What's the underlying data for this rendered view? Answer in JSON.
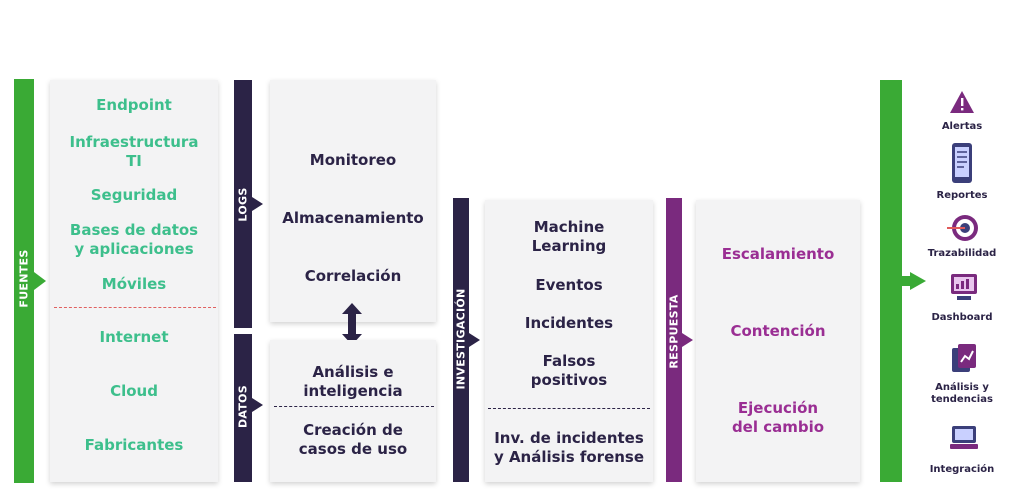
{
  "bars": {
    "fuentes": "FUENTES",
    "logs": "LOGS",
    "datos": "DATOS",
    "investigacion": "INVESTIGACIÓN",
    "respuesta": "RESPUESTA"
  },
  "sources_top": [
    "Endpoint",
    "Infraestructura\nTI",
    "Seguridad",
    "Bases de datos\ny aplicaciones",
    "Móviles"
  ],
  "sources_bottom": [
    "Internet",
    "Cloud",
    "Fabricantes"
  ],
  "logs_items": [
    "Monitoreo",
    "Almacenamiento",
    "Correlación"
  ],
  "datos_items": [
    "Análisis e\ninteligencia",
    "Creación de\ncasos de uso"
  ],
  "investigacion_items": [
    "Machine\nLearning",
    "Eventos",
    "Incidentes",
    "Falsos\npositivos"
  ],
  "investigacion_bottom": "Inv. de incidentes\ny Análisis forense",
  "respuesta_items": [
    "Escalamiento",
    "Contención",
    "Ejecución\ndel cambio"
  ],
  "outputs": [
    "Alertas",
    "Reportes",
    "Trazabilidad",
    "Dashboard",
    "Análisis y\ntendencias",
    "Integración"
  ],
  "colors": {
    "green": "#3aaa35",
    "text_green": "#3dbf8c",
    "navy": "#2b2346",
    "purple": "#7a2a7e",
    "text_purple": "#9a2e93"
  }
}
